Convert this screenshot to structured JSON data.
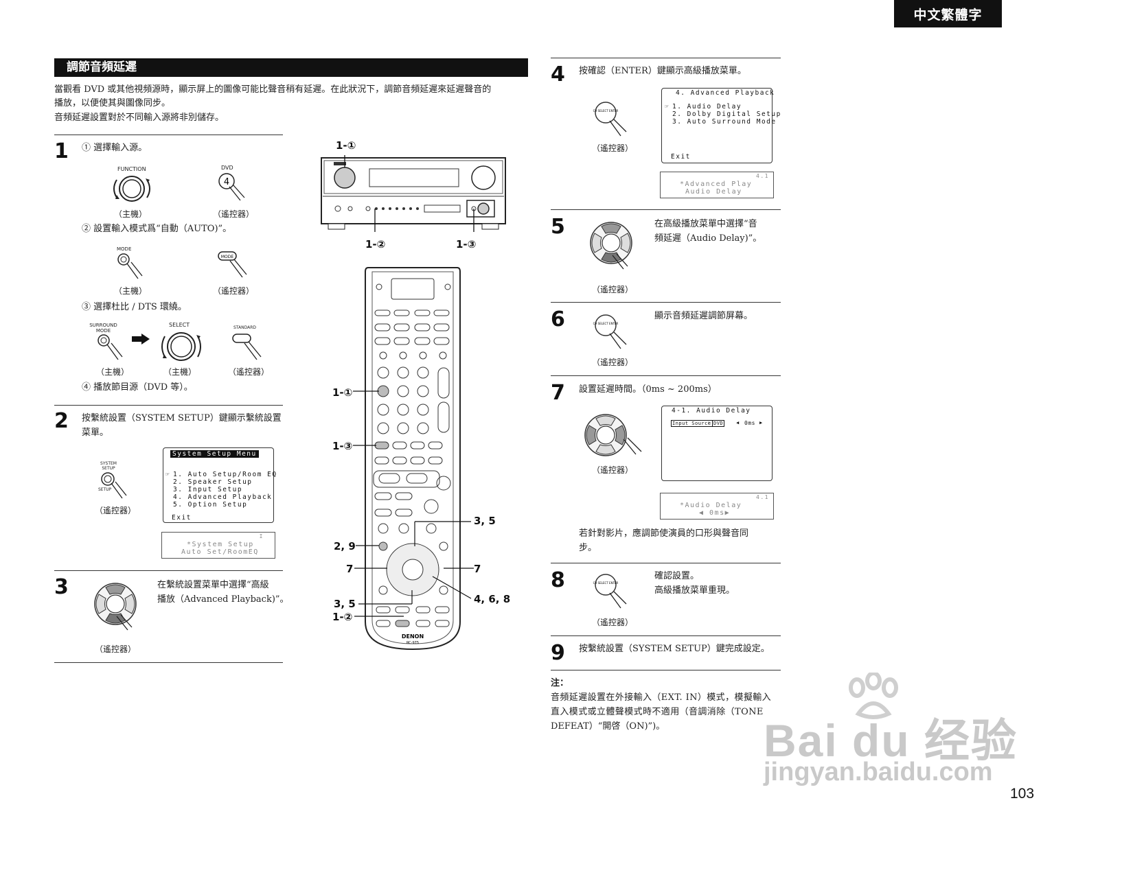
{
  "header": {
    "language_tab": "中文繁體字"
  },
  "section": {
    "title": "調節音頻延遲",
    "intro_line1": "當觀看  DVD  或其他視頻源時，顯示屏上的圖像可能比聲音稍有延遲。在此狀況下，調節音頻延遲來延遲聲音的",
    "intro_line2": "播放，以便使其與圖像同步。",
    "intro_line3": "音頻延遲設置對於不同輸入源將非別儲存。"
  },
  "labels": {
    "main_unit": "（主機）",
    "remote": "（遙控器）"
  },
  "step1": {
    "num": "1",
    "sub1": "①  選擇輸入源。",
    "sub2": "②  設置輸入模式爲“自動（AUTO)”。",
    "sub3": "③  選擇杜比 / DTS 環繞。",
    "sub4": "④  播放節目源（DVD 等）。",
    "icon_function": "FUNCTION",
    "icon_dvd": "DVD",
    "icon_dvd_key": "4",
    "icon_mode": "MODE",
    "icon_mode_key": "MODE",
    "icon_surround": "SURROUND MODE",
    "icon_select": "SELECT",
    "icon_standard": "STANDARD"
  },
  "step2": {
    "num": "2",
    "text_line1": "按繫統設置（SYSTEM  SETUP）鍵顯示繫統設置",
    "text_line2": "菜單。",
    "icon_system_setup": "SYSTEM SETUP",
    "icon_setup": "SETUP",
    "osd": {
      "title": "System Setup Menu",
      "items": [
        "1. Auto Setup/Room EQ",
        "2. Speaker Setup",
        "3. Input Setup",
        "4. Advanced Playback",
        "5. Option Setup"
      ],
      "exit": "Exit"
    },
    "lcd": {
      "line1": "*System Setup",
      "line2": "Auto Set/RoomEQ",
      "corner": "I"
    }
  },
  "step3": {
    "num": "3",
    "text_line1": "在繫統設置菜單中選擇“高級",
    "text_line2": "播放（Advanced Playback)”。"
  },
  "step4": {
    "num": "4",
    "text": "按確認（ENTER）鍵顯示高級播放菜單。",
    "osd": {
      "title": "4. Advanced Playback",
      "items": [
        "1. Audio Delay",
        "2. Dolby Digital Setup",
        "3. Auto Surround Mode"
      ],
      "exit": "Exit"
    },
    "lcd": {
      "line1": "*Advanced Play",
      "line2": "Audio Delay",
      "corner": "4.1"
    }
  },
  "step5": {
    "num": "5",
    "text_line1": "在高級播放菜單中選擇“音",
    "text_line2": "頻延遲（Audio Delay)”。"
  },
  "step6": {
    "num": "6",
    "text": "顯示音頻延遲調節屏幕。"
  },
  "step7": {
    "num": "7",
    "text": "設置延遲時間。（0ms ~ 200ms）",
    "osd": {
      "title": "4-1. Audio Delay",
      "input_source": "Input Source",
      "source_value": "DVD",
      "delay_value": "0ms"
    },
    "lcd": {
      "line1": "*Audio Delay",
      "line2": "◀  0ms▶",
      "corner": "4.1"
    },
    "note_line1": "若針對影片，應調節使演員的口形與聲音同",
    "note_line2": "步。"
  },
  "step8": {
    "num": "8",
    "text_line1": "確認設置。",
    "text_line2": "高級播放菜單重現。"
  },
  "step9": {
    "num": "9",
    "text": "按繫統設置（SYSTEM SETUP）鍵完成設定。"
  },
  "note": {
    "title": "注：",
    "line1": "音頻延遲設置在外接輸入（EXT. IN）模式，模擬輸入",
    "line2": "直入模式或立體聲模式時不適用（音調消除（TONE",
    "line3": "DEFEAT）“開啓（ON)”)。"
  },
  "button_labels": {
    "enter": "CH SELECT ENTER"
  },
  "diagram": {
    "callout_1_1": "1-①",
    "callout_1_2": "1-②",
    "callout_1_3": "1-③",
    "callout_3_5": "3, 5",
    "callout_2_9": "2, 9",
    "callout_7": "7",
    "callout_4_6_8": "4, 6, 8",
    "remote_brand": "DENON",
    "remote_model": "RC-975"
  },
  "footer": {
    "page_number": "103",
    "watermark_line1": "Bai du 经验",
    "watermark_line2": "jingyan.baidu.com"
  }
}
